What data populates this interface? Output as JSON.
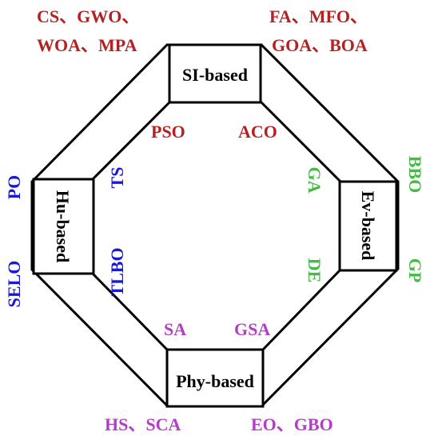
{
  "colors": {
    "swarm": "#b22222",
    "human": "#1a1ad6",
    "evolution": "#44bb44",
    "physics": "#b43cc8",
    "outline": "#000000"
  },
  "boxes": {
    "top": "SI-based",
    "left": "Hu-based",
    "right": "Ev-based",
    "bottom": "Phy-based"
  },
  "labels": {
    "top_left_1": "CS、GWO、",
    "top_left_2": "WOA、MPA",
    "top_right_1": "FA、MFO、",
    "top_right_2": "GOA、BOA",
    "inner_pso": "PSO",
    "inner_aco": "ACO",
    "left_po": "PO",
    "left_selo": "SELO",
    "inner_ts": "TS",
    "inner_tlbo": "TLBO",
    "inner_ga": "GA",
    "inner_de": "DE",
    "right_bbo": "BBO",
    "right_gp": "GP",
    "inner_sa": "SA",
    "inner_gsa": "GSA",
    "bottom_left": "HS、SCA",
    "bottom_right": "EO、GBO"
  }
}
